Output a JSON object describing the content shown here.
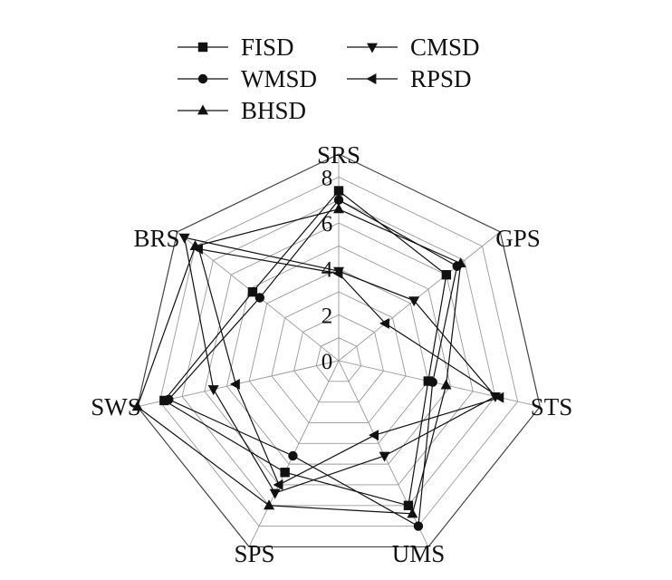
{
  "chart_data": {
    "type": "radar",
    "axes": [
      "SRS",
      "GPS",
      "STS",
      "UMS",
      "SPS",
      "SWS",
      "BRS"
    ],
    "r_ticks": [
      0,
      2,
      4,
      6,
      8
    ],
    "r_range": [
      0,
      9
    ],
    "grid": true,
    "legend_position": "top",
    "series": [
      {
        "name": "FISD",
        "marker": "square",
        "values": [
          7.4,
          6.0,
          4.0,
          7.0,
          5.4,
          7.8,
          4.8
        ]
      },
      {
        "name": "WMSD",
        "marker": "circle",
        "values": [
          7.0,
          6.6,
          4.2,
          8.0,
          4.6,
          7.6,
          4.4
        ]
      },
      {
        "name": "BHSD",
        "marker": "triangle-up",
        "values": [
          6.6,
          6.8,
          4.8,
          7.4,
          7.0,
          9.0,
          8.0
        ]
      },
      {
        "name": "CMSD",
        "marker": "triangle-down",
        "values": [
          3.9,
          4.2,
          7.0,
          4.6,
          6.4,
          5.6,
          8.6
        ]
      },
      {
        "name": "RPSD",
        "marker": "triangle-left",
        "values": [
          3.8,
          2.6,
          7.2,
          3.6,
          6.0,
          4.6,
          7.8
        ]
      }
    ]
  }
}
